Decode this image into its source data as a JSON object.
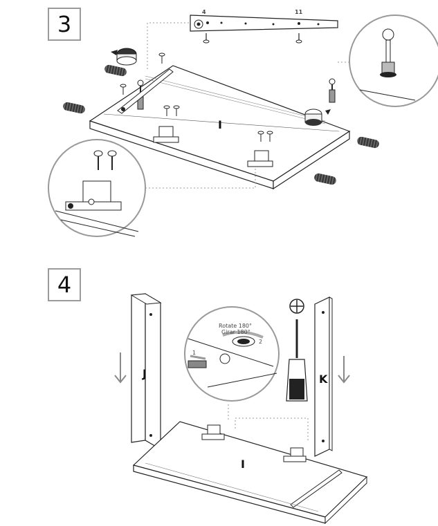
{
  "steps": [
    {
      "number": "3"
    },
    {
      "number": "4"
    }
  ],
  "step3": {
    "panel_label": "I",
    "rail_labels": [
      "4",
      "11"
    ]
  },
  "step4": {
    "panel_left_label": "J",
    "panel_right_label": "K",
    "base_label": "I",
    "rotate_text": "Rotate 180°",
    "girar_text": "Girar 180°",
    "step_one": "1",
    "step_two": "2"
  },
  "icons": [
    "phillips-screwdriver-icon",
    "down-arrow-icon"
  ]
}
